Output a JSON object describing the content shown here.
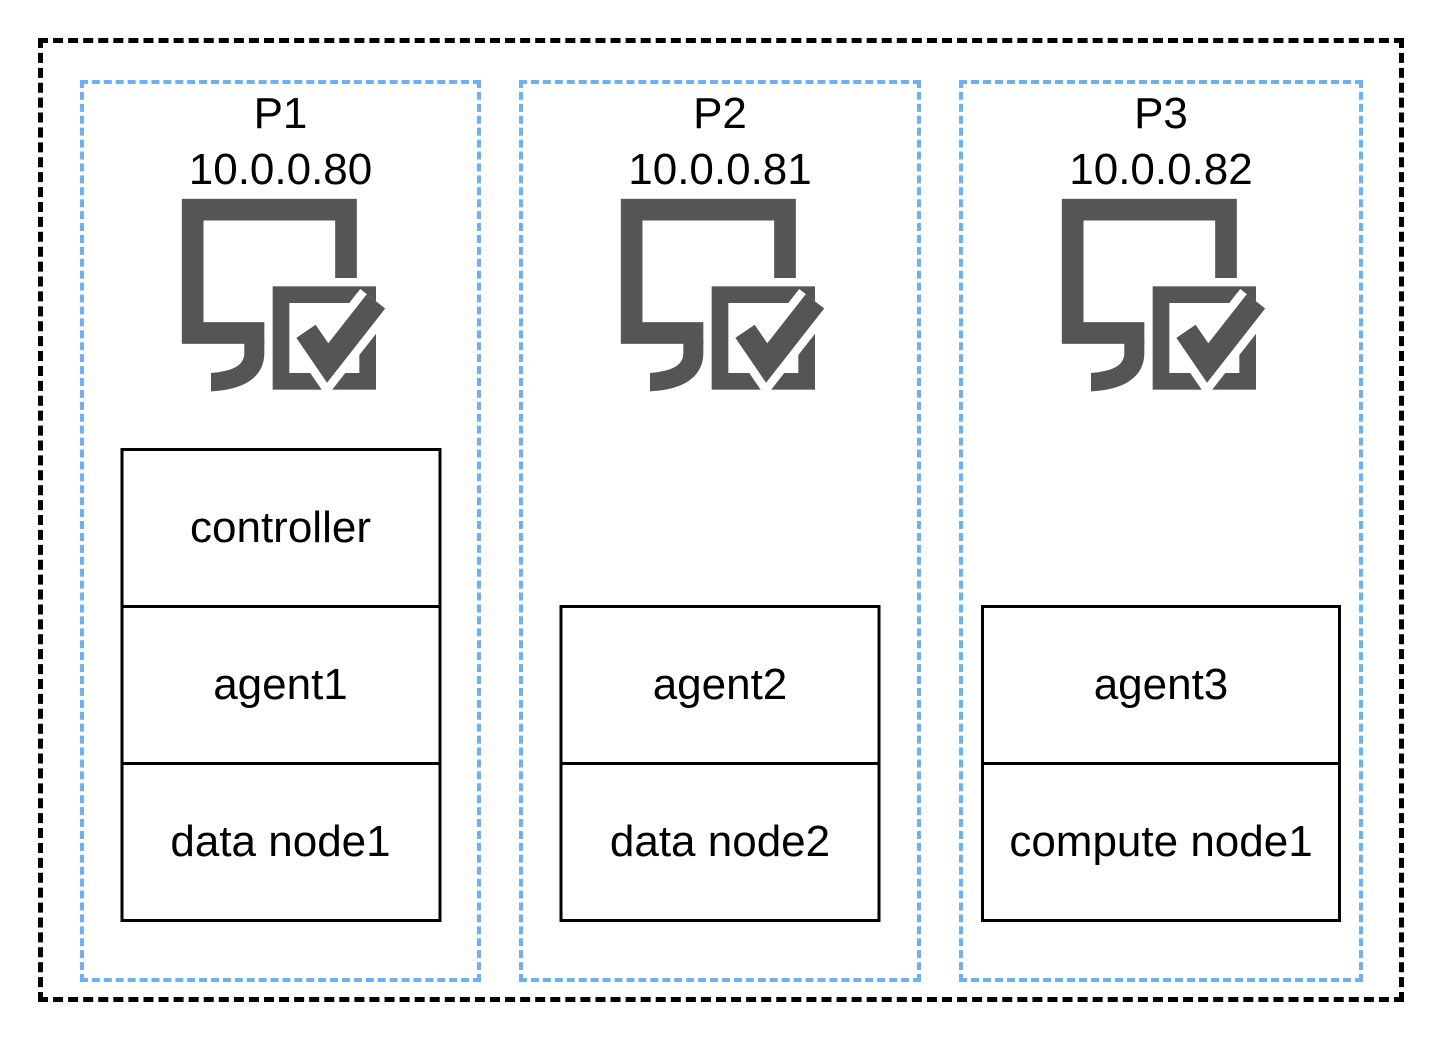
{
  "diagram": {
    "kind": "deployment-diagram",
    "colors": {
      "background": "#ffffff",
      "outer_boundary_border": "#000000",
      "host_border": "#6cb1f5",
      "node_border": "#000000",
      "icon": "#555555",
      "text": "#000000"
    },
    "icons": {
      "host_icon": "monitor-check-icon"
    }
  },
  "hosts": [
    {
      "name": "P1",
      "ip": "10.0.0.80",
      "nodes": [
        "controller",
        "agent1",
        "data node1"
      ]
    },
    {
      "name": "P2",
      "ip": "10.0.0.81",
      "nodes": [
        "agent2",
        "data node2"
      ]
    },
    {
      "name": "P3",
      "ip": "10.0.0.82",
      "nodes": [
        "agent3",
        "compute node1"
      ]
    }
  ]
}
